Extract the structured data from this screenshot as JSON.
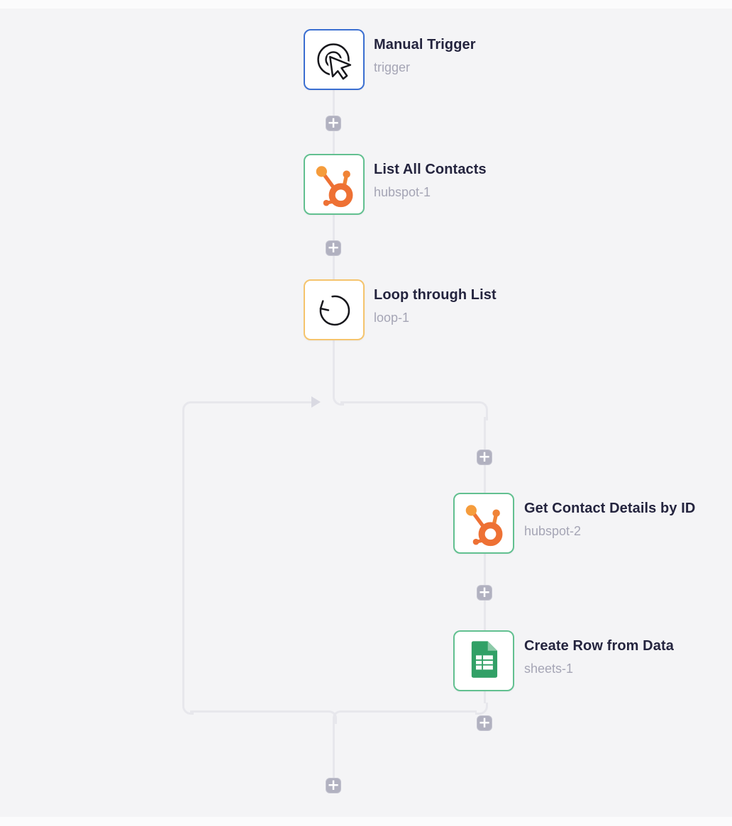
{
  "app": {
    "name": "workflow-builder-canvas"
  },
  "colors": {
    "canvas_bg": "#f4f4f6",
    "connector_line": "#e7e7ec",
    "loop_return_arrow": "#d9d9e2",
    "plus_button_bg": "#b1b1c0",
    "node_bg": "#ffffff",
    "trigger_node_border": "#3b6fd1",
    "hubspot_node_border": "#62c090",
    "loop_node_border": "#f5c46d",
    "sheets_node_border": "#62c090",
    "node_title_text": "#24243e",
    "node_subtitle_text": "#a5a5b5",
    "hubspot_orange": "#ee7134",
    "hubspot_orange_light": "#f59c3c",
    "sheets_green": "#31a066",
    "sheets_green_light": "#8ccaa8"
  },
  "icons": {
    "plus": "+"
  },
  "nodes": [
    {
      "title": "Manual Trigger",
      "subtitle": "trigger",
      "icon": "manual-trigger-click-icon"
    },
    {
      "title": "List All Contacts",
      "subtitle": "hubspot-1",
      "icon": "hubspot-icon"
    },
    {
      "title": "Loop through List",
      "subtitle": "loop-1",
      "icon": "loop-icon"
    },
    {
      "title": "Get Contact Details by ID",
      "subtitle": "hubspot-2",
      "icon": "hubspot-icon"
    },
    {
      "title": "Create Row from Data",
      "subtitle": "sheets-1",
      "icon": "google-sheets-icon"
    }
  ]
}
